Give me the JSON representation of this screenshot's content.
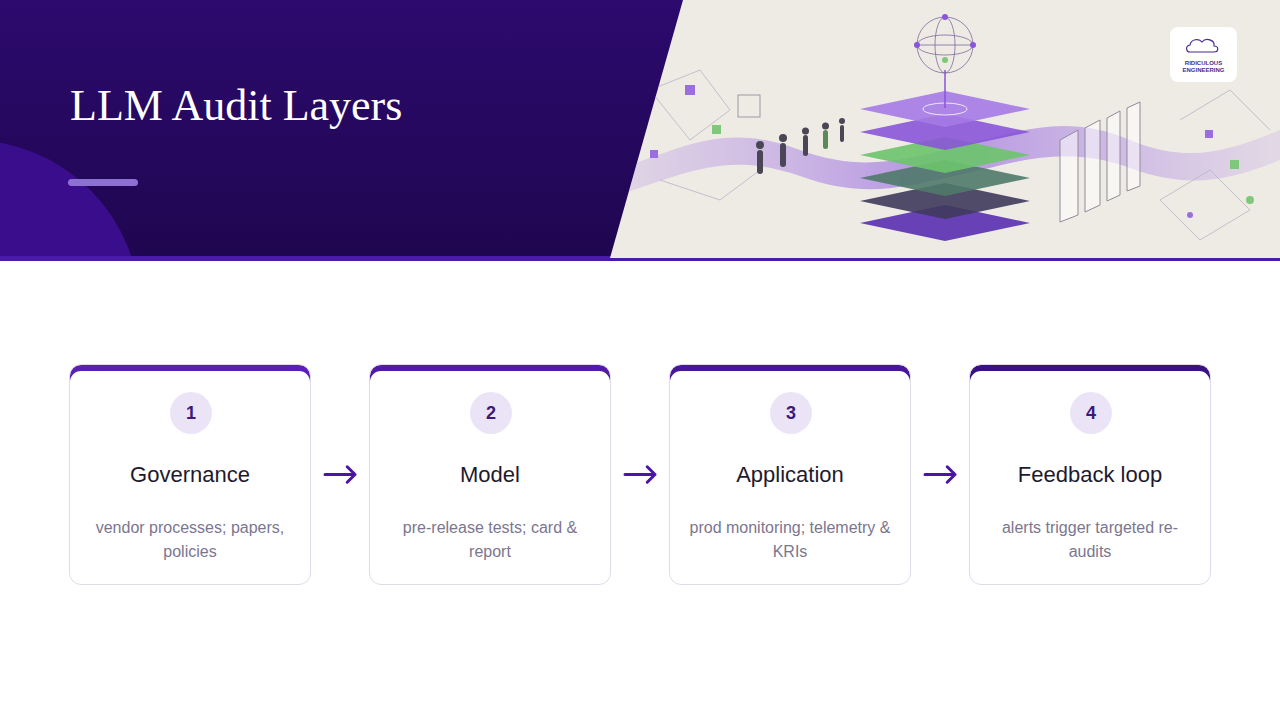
{
  "diagram": {
    "title": "LLM Audit Layers",
    "nodes": [
      {
        "text": [
          "Governance",
          "vendor processes; papers, policies"
        ]
      },
      {
        "text": [
          "1"
        ],
        "in": 0
      },
      {
        "text": [
          "Model",
          "pre-release tests; card & report"
        ]
      },
      {
        "text": [
          "2"
        ],
        "in": 2
      },
      {
        "text": [
          "Application",
          "prod monitoring; telemetry & KRIs"
        ]
      },
      {
        "text": [
          "3"
        ],
        "in": 4
      },
      {
        "text": [
          "Feedback loop",
          "alerts trigger targeted re-audits"
        ]
      },
      {
        "text": [
          "4"
        ],
        "in": 6
      }
    ],
    "edges": [
      {
        "from": 0,
        "to": 2,
        "arrow": "to"
      },
      {
        "from": 2,
        "to": 4,
        "arrow": "to"
      },
      {
        "from": 4,
        "to": 6,
        "arrow": "to"
      }
    ],
    "labels": [
      "RIDICULOUS ENGINEERING"
    ]
  }
}
